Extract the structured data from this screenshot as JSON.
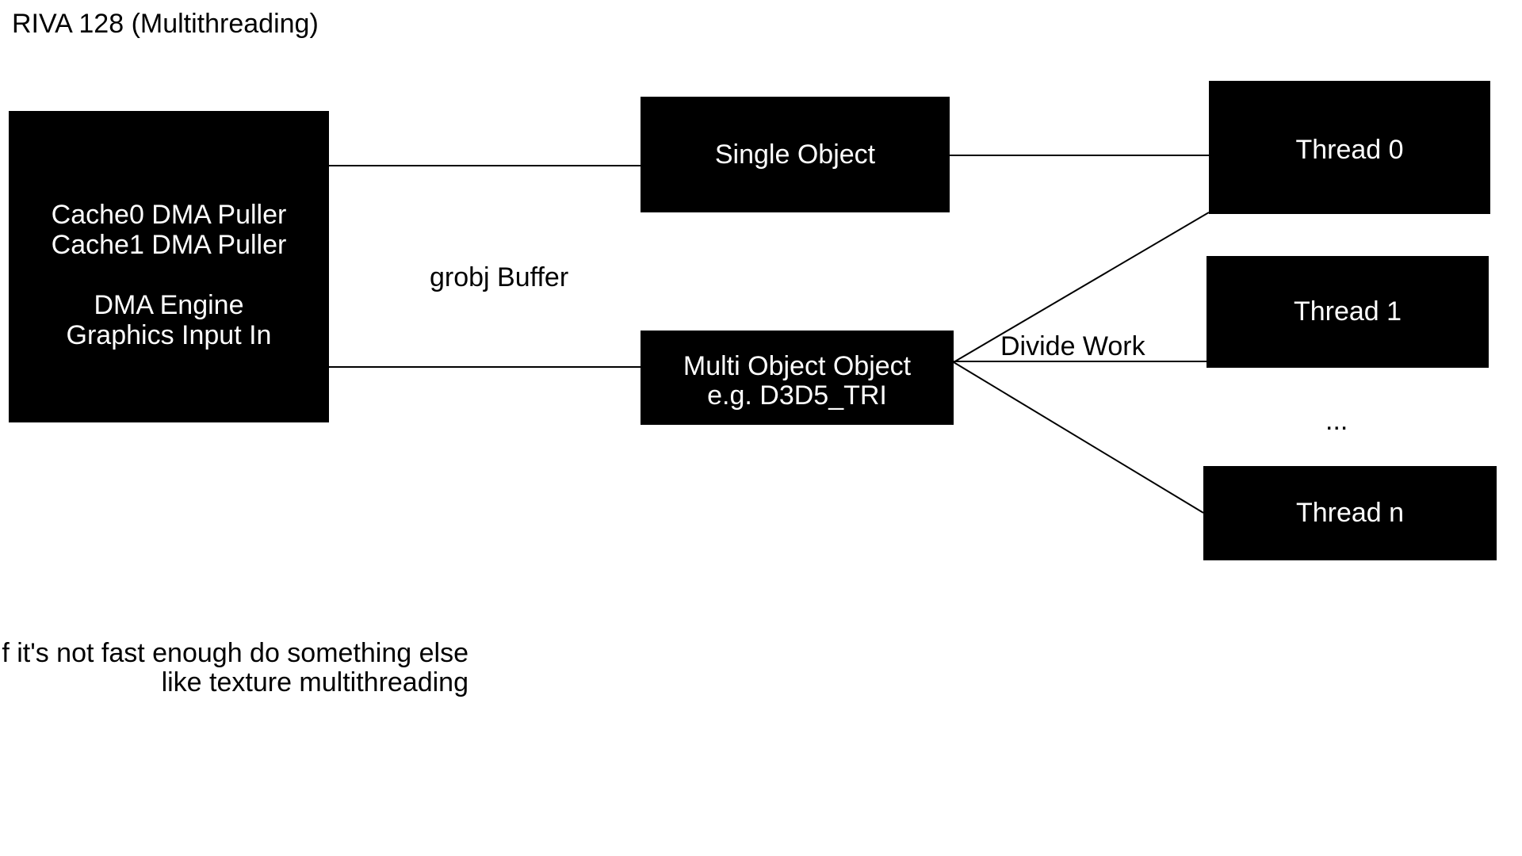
{
  "title": "RIVA 128 (Multithreading)",
  "colors": {
    "background": "#ffffff",
    "box_fill": "#000000",
    "box_text": "#ffffff",
    "line": "#000000",
    "label_text": "#000000"
  },
  "boxes": {
    "dma_engine": {
      "text": "Cache0 DMA Puller\nCache1 DMA Puller\n\nDMA Engine\nGraphics Input In"
    },
    "single_object": {
      "text": "Single Object"
    },
    "multi_object": {
      "text": "Multi Object Object\ne.g. D3D5_TRI"
    },
    "thread_0": {
      "text": "Thread 0"
    },
    "thread_1": {
      "text": "Thread 1"
    },
    "thread_n": {
      "text": "Thread n"
    }
  },
  "labels": {
    "grobj_buffer": "grobj Buffer",
    "divide_work": "Divide Work",
    "ellipsis": "...",
    "note": "If it's not fast enough do something else\nlike texture multithreading"
  }
}
